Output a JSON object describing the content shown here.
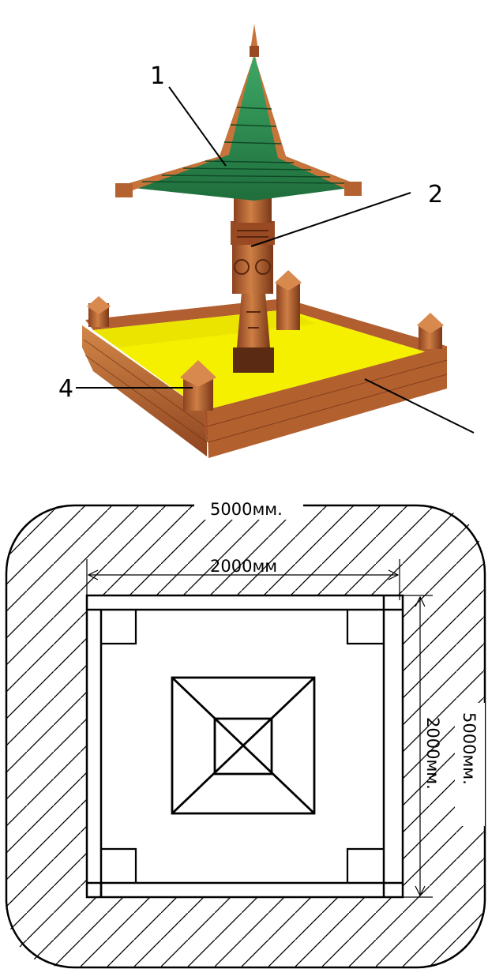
{
  "callouts": {
    "c1": "1",
    "c2": "2",
    "c4": "4"
  },
  "dimensions": {
    "outer_width": "5000мм.",
    "outer_height": "5000мм.",
    "inner_width": "2000мм",
    "inner_height": "2000мм."
  },
  "colors": {
    "sand": "#f4f000",
    "wood_light": "#c8733a",
    "wood_dark": "#8a3f1c",
    "roof_green": "#2f9a57",
    "roof_green_dark": "#1f6b3a",
    "line": "#000000"
  }
}
